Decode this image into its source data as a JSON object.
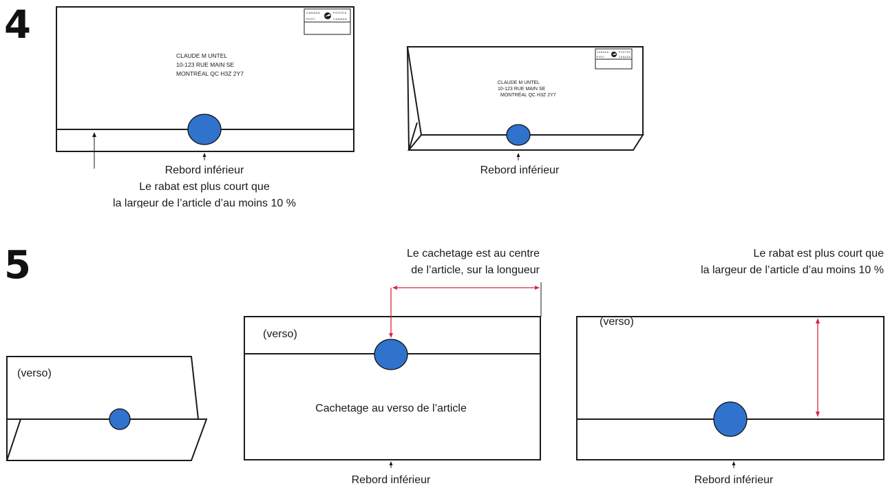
{
  "colors": {
    "seal": "#2f73cc",
    "dimension_arrow": "#d8263f",
    "outline": "#1a1a1a"
  },
  "section4": {
    "number": "4",
    "example1": {
      "stamp": {
        "line1a": "CANADA",
        "line1b": "POSTES",
        "line2a": "POST",
        "line2b": "CANADA"
      },
      "address": [
        "CLAUDE M UNTEL",
        "10-123 RUE MAIN SE",
        "MONTRÉAL QC  H3Z 2Y7"
      ],
      "bottom_label": "Rebord inférieur",
      "note": [
        "Le rabat est plus court que",
        "la largeur de l’article d’au moins 10 %"
      ]
    },
    "example2": {
      "stamp": {
        "line1a": "CANADA",
        "line1b": "POSTES",
        "line2a": "POST",
        "line2b": "CANADA"
      },
      "address": [
        "CLAUDE M UNTEL",
        "10-123 RUE MAIN SE",
        "MONTRÉAL QC  H3Z 2Y7"
      ],
      "bottom_label": "Rebord inférieur"
    }
  },
  "section5": {
    "number": "5",
    "example1": {
      "verso": "(verso)"
    },
    "example2": {
      "verso": "(verso)",
      "top_note": [
        "Le cachetage est au centre",
        "de l’article, sur la longueur"
      ],
      "center_text": "Cachetage au verso de l’article",
      "bottom_label": "Rebord inférieur"
    },
    "example3": {
      "verso": "(verso)",
      "top_note": [
        "Le rabat est plus court que",
        "la largeur de l’article d’au moins 10 %"
      ],
      "bottom_label": "Rebord inférieur"
    }
  }
}
